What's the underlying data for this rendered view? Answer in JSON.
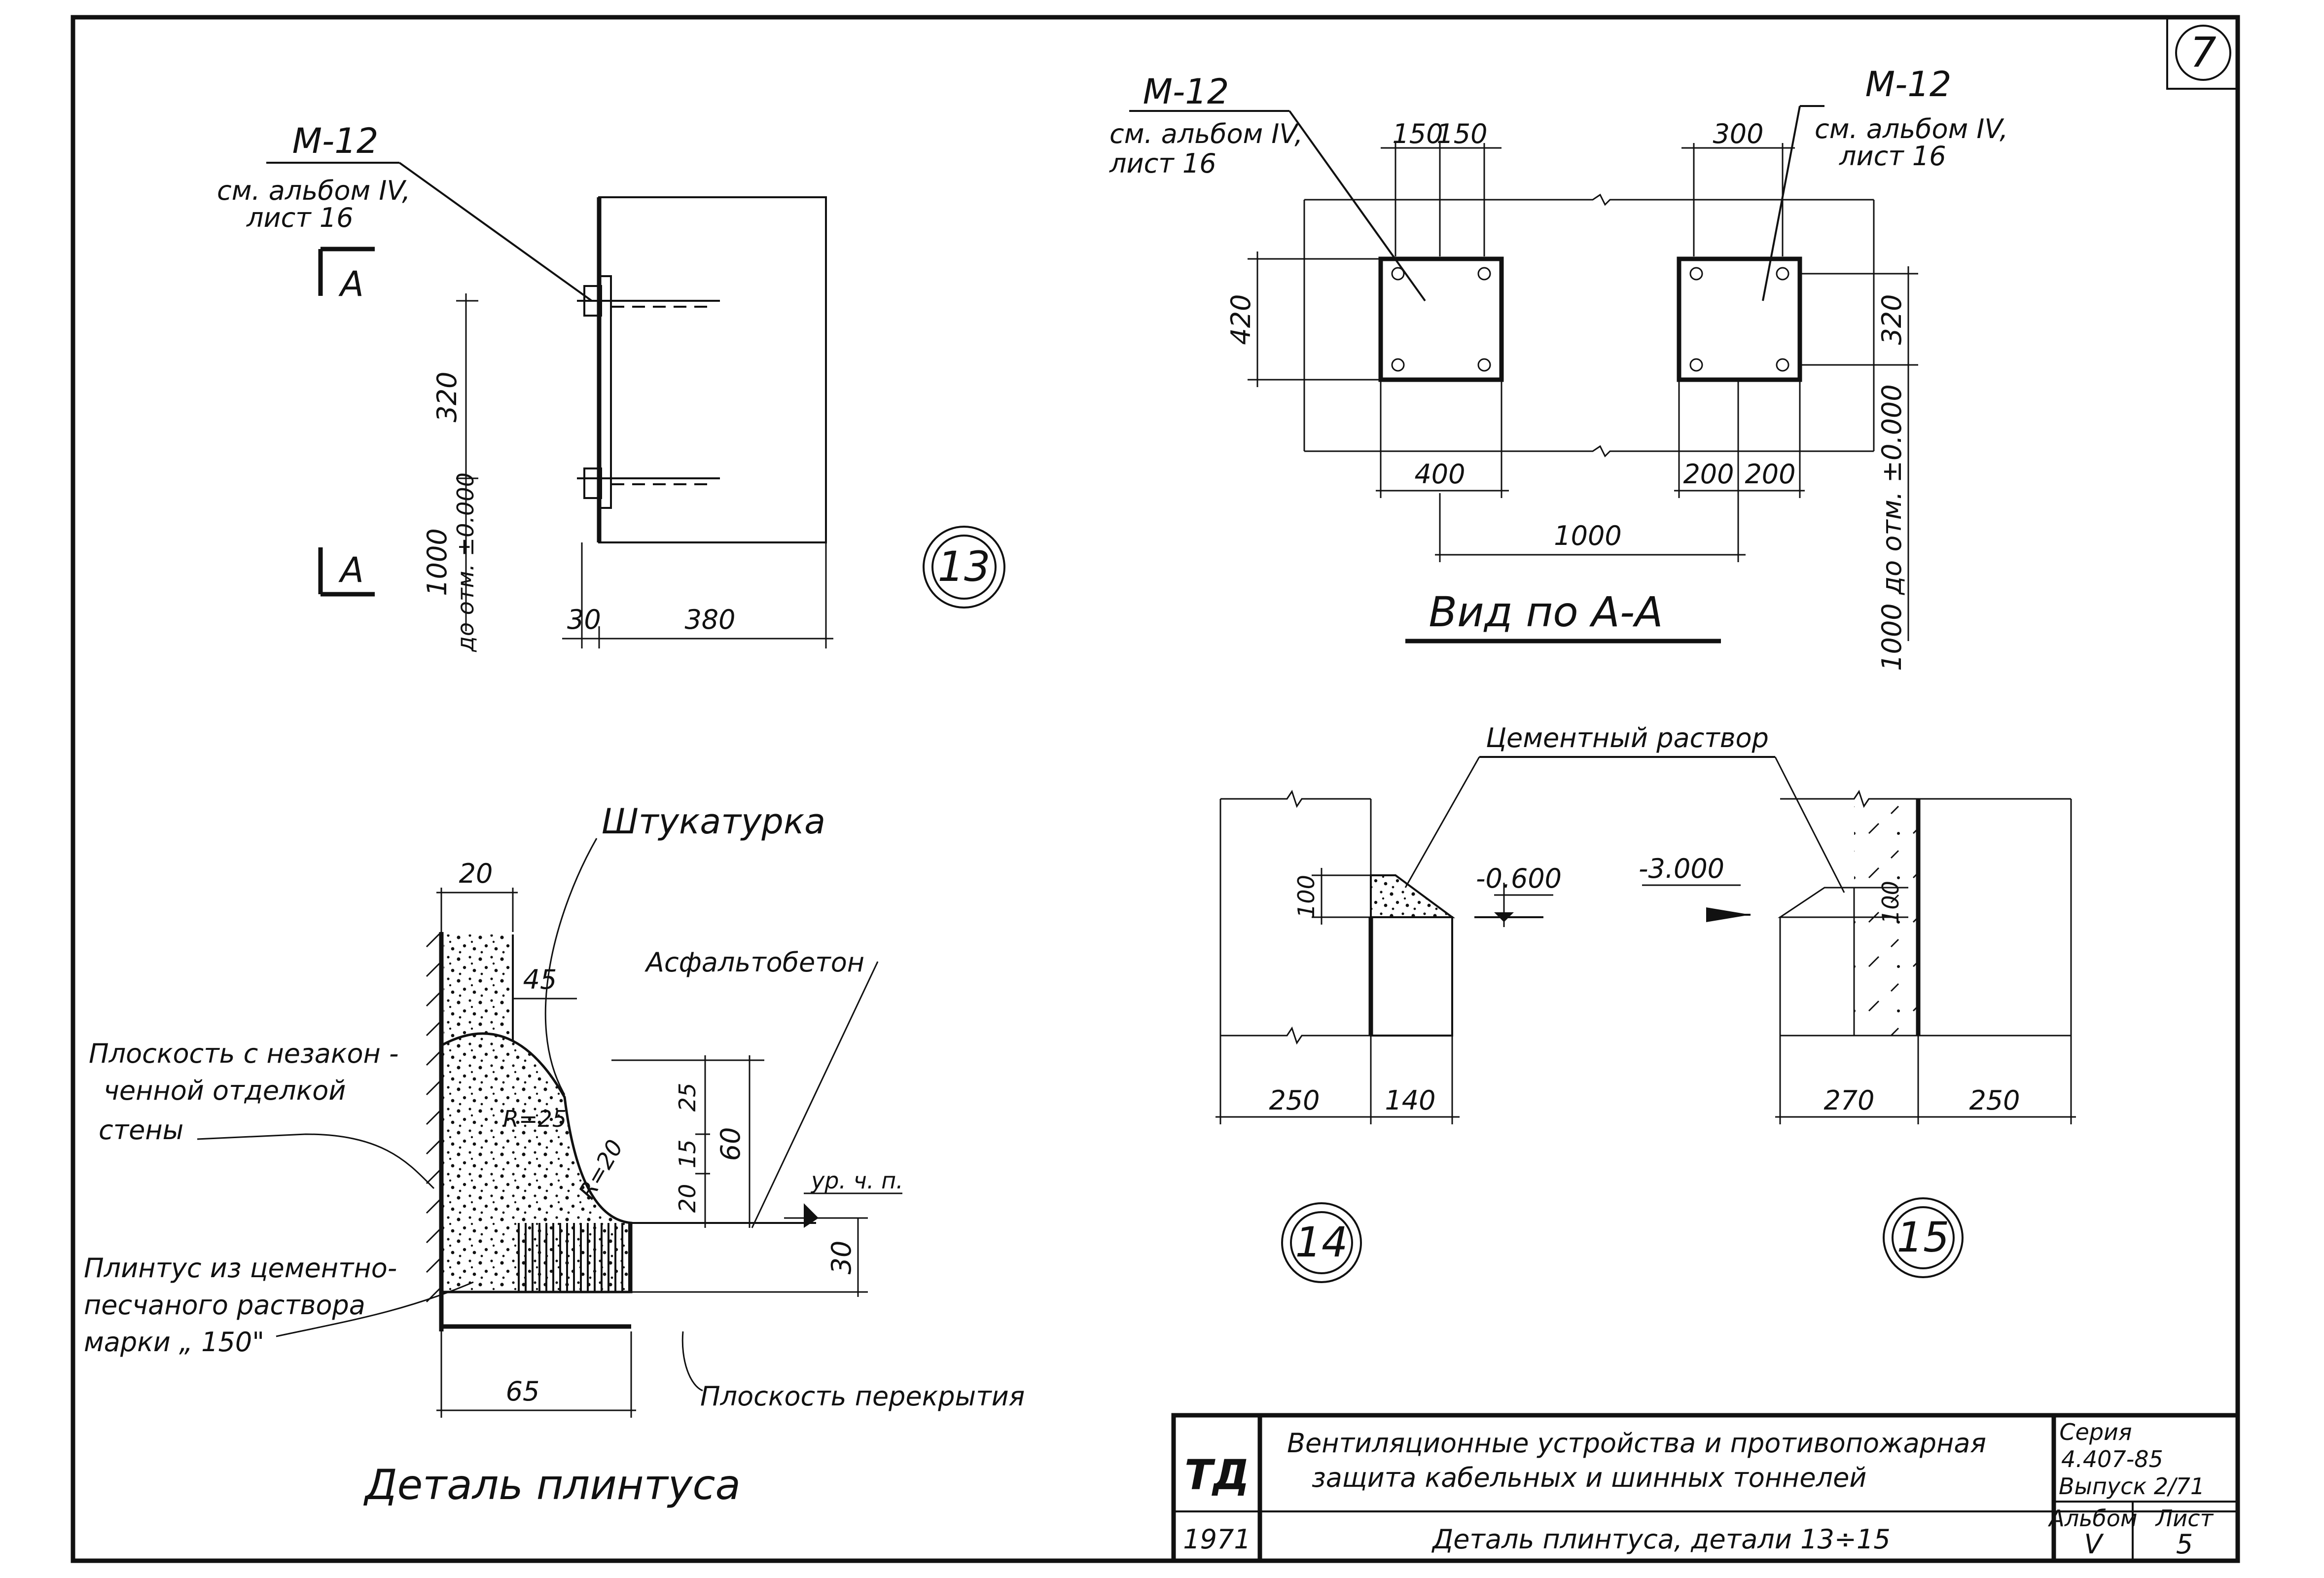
{
  "sheet": {
    "number": "7"
  },
  "detail13": {
    "mark": "13",
    "ref_code": "M-12",
    "ref_line1": "см. альбом IV,",
    "ref_line2": "лист 16",
    "section_letter_top": "A",
    "section_letter_bottom": "A",
    "dim_320": "320",
    "dim_1000_line1": "1000",
    "dim_1000_line2": "до отм. ±0.000",
    "dim_30": "30",
    "dim_380": "380"
  },
  "view_aa": {
    "title": "Вид по А-А",
    "left_ref_code": "M-12",
    "left_ref_line1": "см. альбом IV,",
    "left_ref_line2": "лист 16",
    "right_ref_code": "M-12",
    "right_ref_line1": "см. альбом IV,",
    "right_ref_line2": "лист 16",
    "dim_150a": "150",
    "dim_150b": "150",
    "dim_300": "300",
    "dim_420": "420",
    "dim_320": "320",
    "dim_400": "400",
    "dim_200a": "200",
    "dim_200b": "200",
    "dim_1000": "1000",
    "dim_right_vertical": "1000 до отм. ±0.000"
  },
  "plinth_detail": {
    "title": "Деталь плинтуса",
    "label_plaster": "Штукатурка",
    "label_asphalt": "Асфальтобетон",
    "label_wall_line1": "Плоскость с незакон -",
    "label_wall_line2": "ченной отделкой",
    "label_wall_line3": "стены",
    "label_plinth_line1": "Плинтус из цементно-",
    "label_plinth_line2": "песчаного раствора",
    "label_plinth_line3": "марки „ 150\"",
    "label_floor": "Плоскость перекрытия",
    "label_floor_level": "ур. ч. п.",
    "dim_20_top": "20",
    "dim_45": "45",
    "dim_r25": "R=25",
    "dim_r20": "R=20",
    "dim_25": "25",
    "dim_15": "15",
    "dim_20_mid": "20",
    "dim_60": "60",
    "dim_30": "30",
    "dim_65": "65"
  },
  "detail14_15": {
    "label_mortar": "Цементный раствор",
    "mark14": "14",
    "mark15": "15",
    "level_1": "-0.600",
    "level_2": "-3.000",
    "dim_100_left": "100",
    "dim_100_right": "100",
    "dim_250_left": "250",
    "dim_140": "140",
    "dim_270": "270",
    "dim_250_right": "250"
  },
  "title_block": {
    "logo": "ТД",
    "year": "1971",
    "title_line1": "Вентиляционные устройства и противопожарная",
    "title_line2": "защита кабельных и шинных тоннелей",
    "subtitle": "Деталь плинтуса, детали 13÷15",
    "series_label": "Серия",
    "series_value": "4.407-85",
    "issue": "Выпуск 2/71",
    "album_label": "Альбом",
    "album_value": "V",
    "sheet_label": "Лист",
    "sheet_value": "5"
  }
}
